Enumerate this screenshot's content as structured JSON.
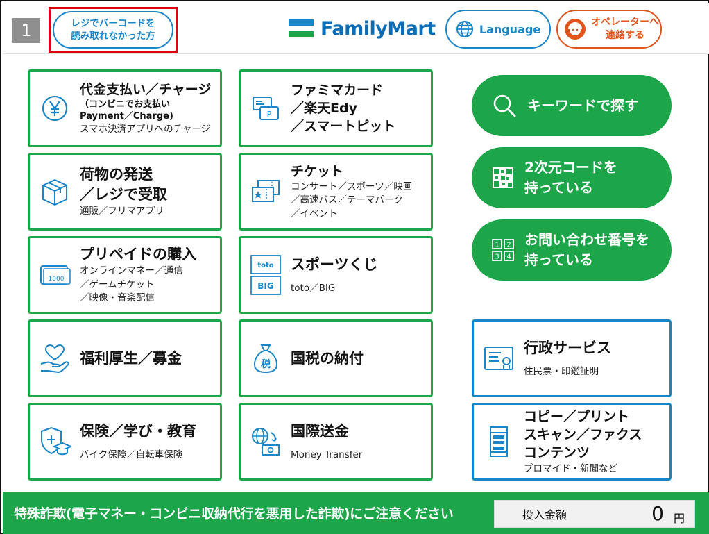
{
  "header": {
    "step_number": "1",
    "barcode_help": {
      "line1": "レジでバーコードを",
      "line2": "読み取れなかった方"
    },
    "logo_text": "FamilyMart",
    "language_label": "Language",
    "operator": {
      "line1": "オペレーターへ",
      "line2": "連絡する"
    }
  },
  "tiles": {
    "payment": {
      "title": "代金支払い／チャージ",
      "sub1": "（コンビニでお支払い",
      "sub2": "Payment／Charge)",
      "small": "スマホ決済アプリへのチャージ",
      "icon": "yen-coin-icon"
    },
    "famima": {
      "line1": "ファミマカード",
      "line2": "／楽天Edy",
      "line3": "／スマートピット",
      "icon": "card-icon"
    },
    "parcel": {
      "line1": "荷物の発送",
      "line2": "／レジで受取",
      "small": "通販／フリマアプリ",
      "icon": "box-icon"
    },
    "ticket": {
      "title": "チケット",
      "small1": "コンサート／スポーツ／映画",
      "small2": "／高速バス／テーマパーク",
      "small3": "／イベント",
      "icon": "ticket-icon"
    },
    "prepaid": {
      "title": "プリペイドの購入",
      "small1": "オンラインマネー／通信",
      "small2": "／ゲームチケット",
      "small3": "／映像・音楽配信",
      "icon": "prepaid-card-icon"
    },
    "sports": {
      "title": "スポーツくじ",
      "small": "toto／BIG",
      "icon": "sports-lottery-icon",
      "icon_text_top": "toto",
      "icon_text_bottom": "BIG"
    },
    "welfare": {
      "title": "福利厚生／募金",
      "icon": "heart-hand-icon"
    },
    "tax": {
      "title": "国税の納付",
      "icon": "tax-bag-icon",
      "icon_text": "税"
    },
    "admin": {
      "title": "行政サービス",
      "small": "住民票・印鑑証明",
      "icon": "document-icon"
    },
    "insurance": {
      "title": "保険／学び・教育",
      "small": "バイク保険／自転車保険",
      "icon": "shield-graduation-icon"
    },
    "remit": {
      "title": "国際送金",
      "small": "Money Transfer",
      "icon": "globe-money-icon"
    },
    "copy": {
      "line1": "コピー／プリント",
      "line2": "スキャン／ファクス",
      "line3": "コンテンツ",
      "small": "ブロマイド・新聞など",
      "icon": "printer-icon"
    }
  },
  "actions": {
    "keyword": {
      "label": "キーワードで探す",
      "icon": "search-icon"
    },
    "qr": {
      "line1": "2次元コードを",
      "line2": "持っている",
      "icon": "qr-code-icon"
    },
    "inquiry": {
      "line1": "お問い合わせ番号を",
      "line2": "持っている",
      "icon": "number-keys-icon"
    }
  },
  "footer": {
    "warning": "特殊詐欺(電子マネー・コンビニ収納代行を悪用した詐欺)にご注意ください",
    "amount_label": "投入金額",
    "amount_value": "0",
    "currency": "円"
  },
  "colors": {
    "green": "#1ca549",
    "blue": "#1a86c8",
    "orange": "#e1541d",
    "red": "#e00012"
  }
}
